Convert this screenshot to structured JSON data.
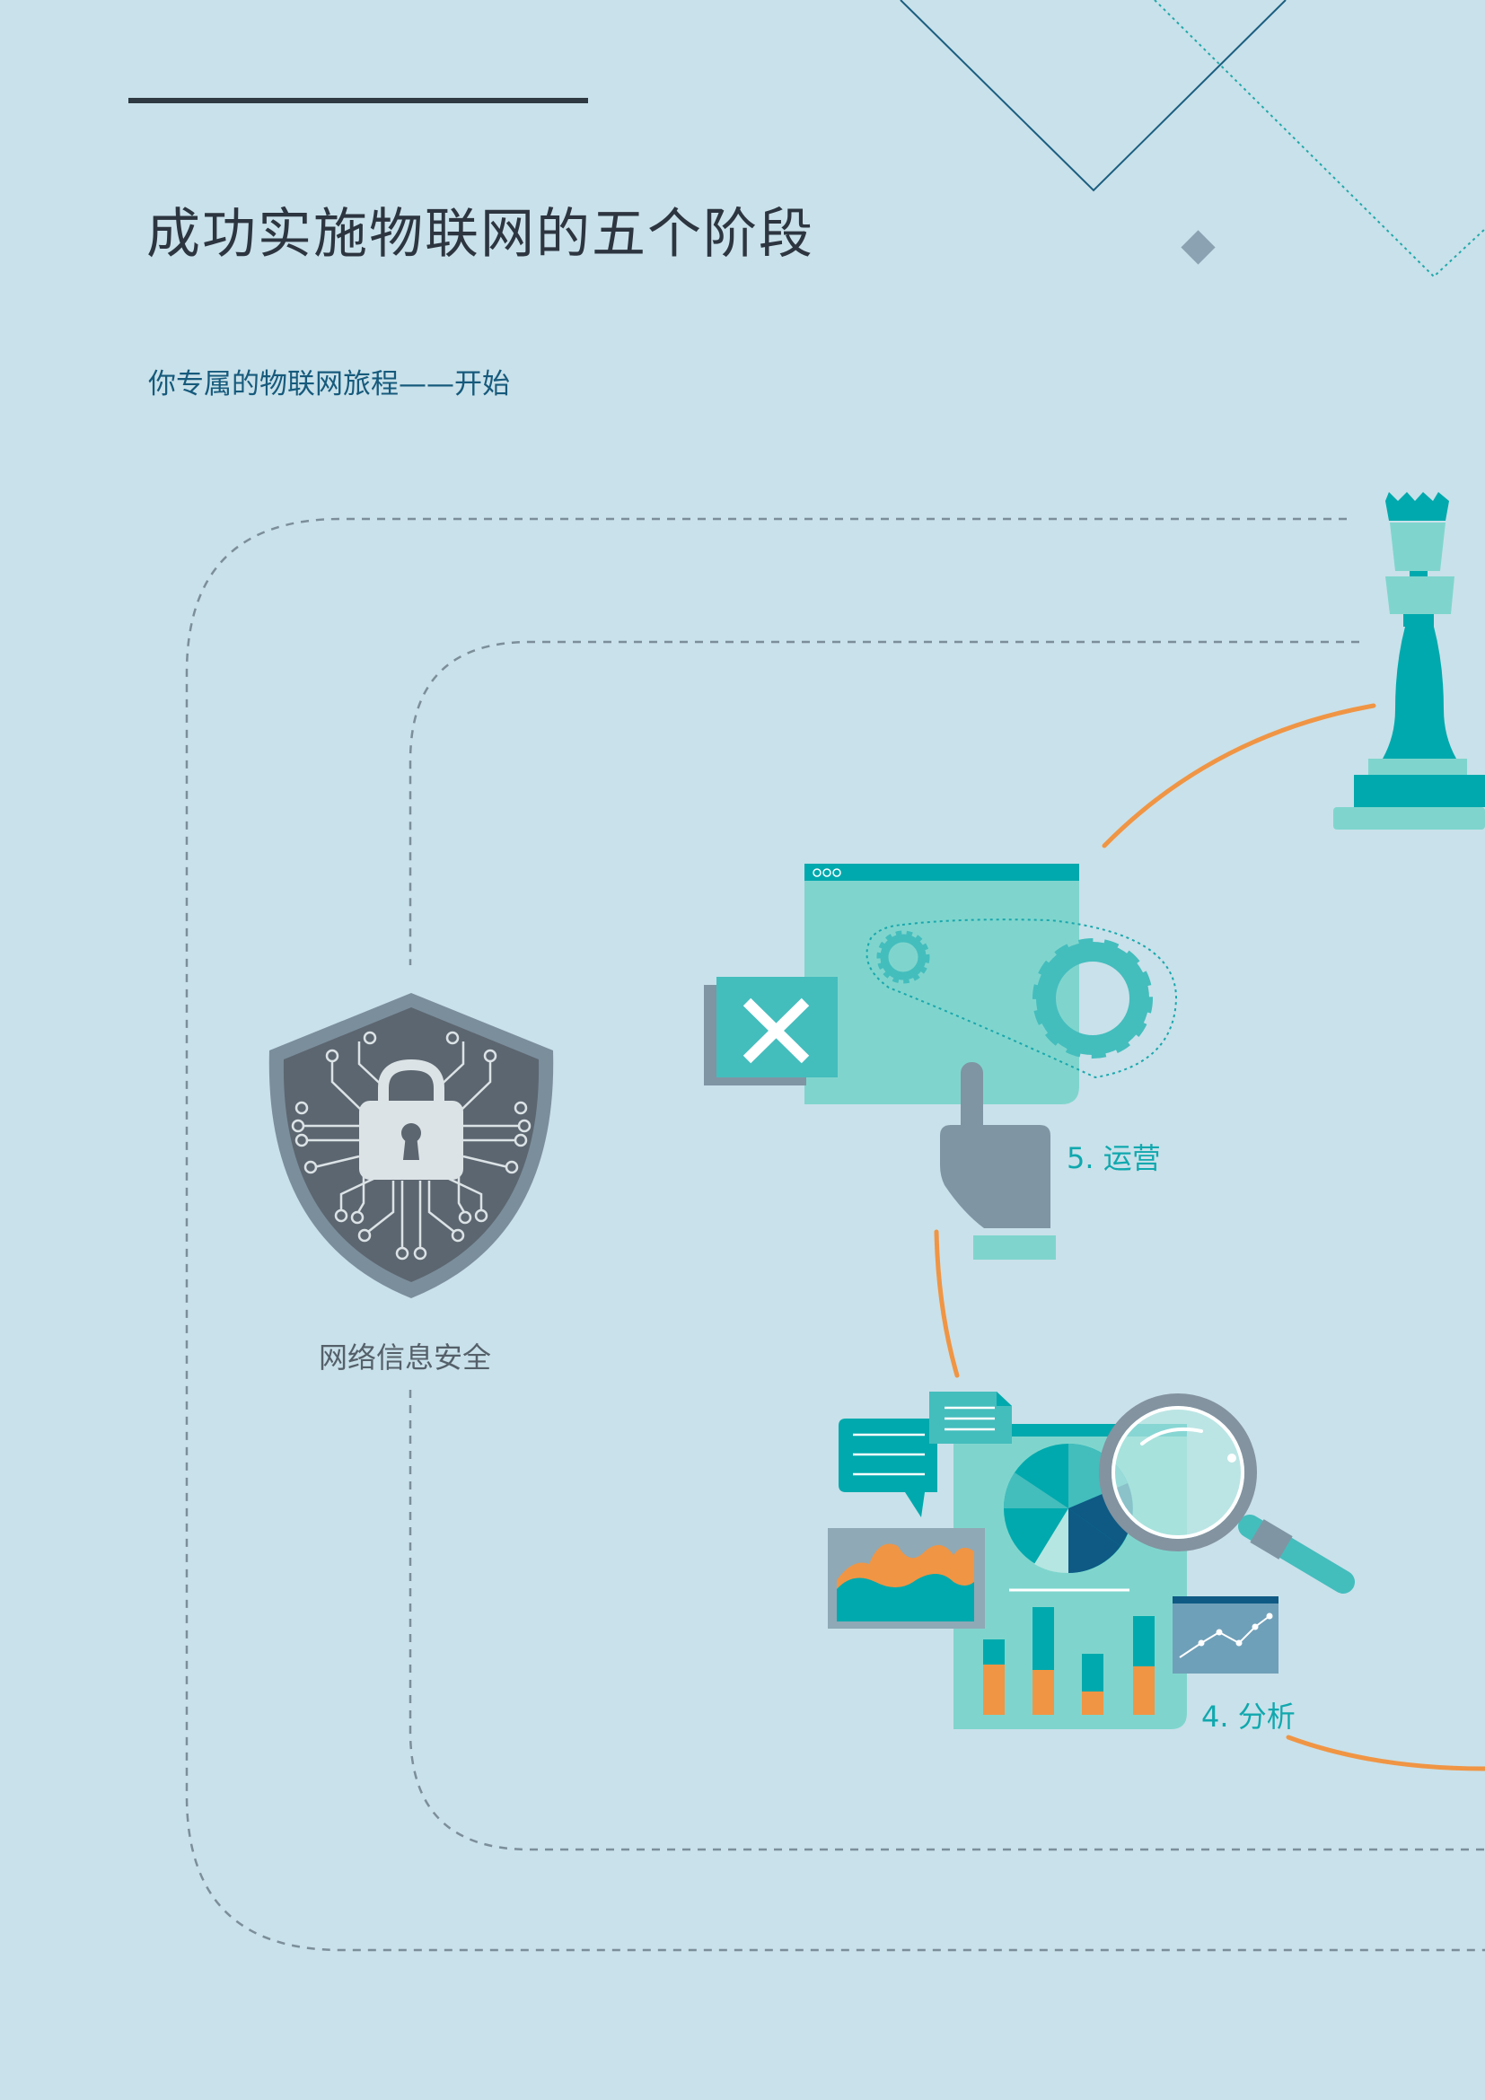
{
  "header": {
    "title": "成功实施物联网的五个阶段",
    "subtitle": "你专属的物联网旅程——开始"
  },
  "stages": {
    "operations": {
      "label": "5. 运营"
    },
    "analysis": {
      "label": "4. 分析"
    }
  },
  "security": {
    "label": "网络信息安全"
  },
  "icons": {
    "chess": "chess-queen-icon",
    "dashboard": "settings-dashboard-icon",
    "close": "close-icon",
    "hand": "pointing-hand-icon",
    "shield": "shield-lock-icon",
    "analytics": "analytics-report-icon",
    "magnifier": "magnifying-glass-icon"
  },
  "colors": {
    "background": "#c9e1ea",
    "teal": "#00a9ad",
    "light_teal": "#7fd5cd",
    "orange": "#f09544",
    "navy": "#0e5a84",
    "gray": "#7f95a4",
    "text_dark": "#2c3540"
  }
}
